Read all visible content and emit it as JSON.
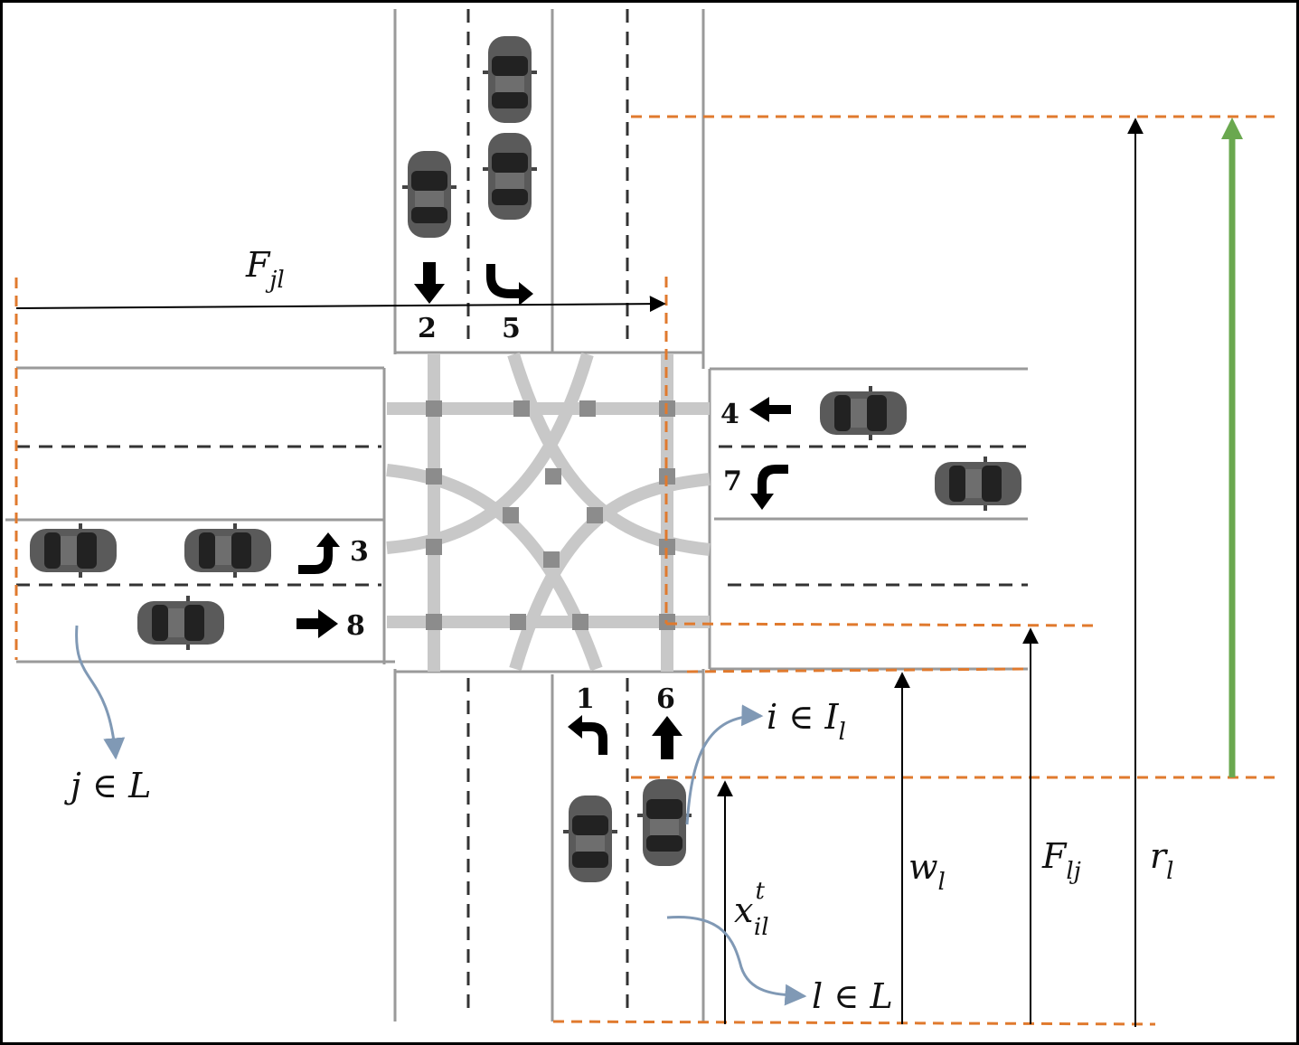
{
  "lane_numbers": {
    "lane_1": "1",
    "lane_2": "2",
    "lane_3": "3",
    "lane_4": "4",
    "lane_5": "5",
    "lane_6": "6",
    "lane_7": "7",
    "lane_8": "8"
  },
  "labels": {
    "F_jl": {
      "main": "F",
      "sub": "jl"
    },
    "j_in_L": "j ∈ L",
    "i_in_I": {
      "main": "i ∈ I",
      "sub": "l"
    },
    "l_in_L": "l ∈ L",
    "x_il_t": {
      "main": "x",
      "sup": "t",
      "sub": "il"
    },
    "w_l": {
      "main": "w",
      "sub": "l"
    },
    "F_lj": {
      "main": "F",
      "sub": "lj"
    },
    "r_l": {
      "main": "r",
      "sub": "l"
    }
  },
  "colors": {
    "road_line": "#9a9a9a",
    "lane_dash": "#333333",
    "conflict_path": "#c8c8c8",
    "conflict_point": "#8c8c8c",
    "boundary": "#e07a2e",
    "annotation_arrow": "#8099b5",
    "signal_arrow": "#6aa84f",
    "car_body": "#5a5a5a"
  },
  "icons": [
    "car-icon",
    "turn-arrow-icon",
    "straight-arrow-icon"
  ]
}
